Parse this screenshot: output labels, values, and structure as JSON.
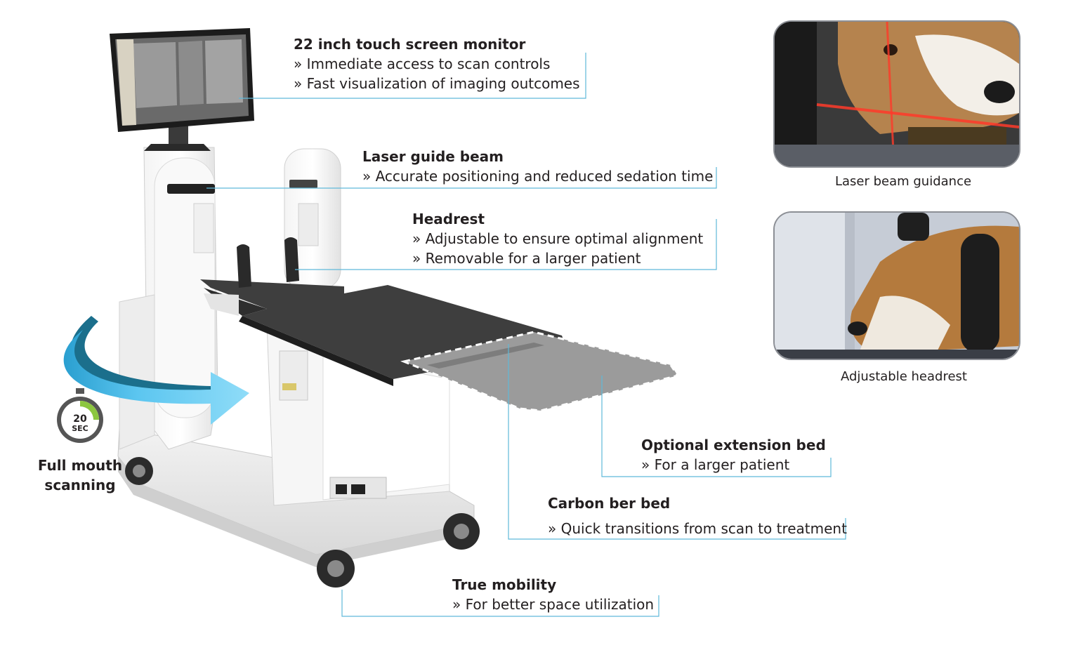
{
  "callouts": {
    "monitor": {
      "title": "22 inch touch screen monitor",
      "lines": [
        "» Immediate access to scan controls",
        "» Fast visualization of imaging outcomes"
      ]
    },
    "laser": {
      "title": "Laser guide beam",
      "lines": [
        "» Accurate positioning and reduced sedation time"
      ]
    },
    "headrest": {
      "title": "Headrest",
      "lines": [
        "» Adjustable to ensure optimal alignment",
        "» Removable for a larger patient"
      ]
    },
    "extension": {
      "title": "Optional extension bed",
      "lines": [
        "» For a larger patient"
      ]
    },
    "carbon": {
      "title": "Carbon  ber bed",
      "lines": [
        "» Quick transitions from scan to treatment"
      ]
    },
    "mobility": {
      "title": "True mobility",
      "lines": [
        "» For better space utilization"
      ]
    }
  },
  "photos": {
    "laser_caption": "Laser beam guidance",
    "headrest_caption": "Adjustable headrest"
  },
  "scan": {
    "timer_number": "20",
    "timer_unit": "SEC",
    "label_line1": "Full mouth",
    "label_line2": "scanning"
  },
  "colors": {
    "leader_line": "#5fb9d9",
    "arrow_light": "#5cc6f0",
    "arrow_dark": "#1b6f8c",
    "timer_green": "#8cc63f"
  }
}
